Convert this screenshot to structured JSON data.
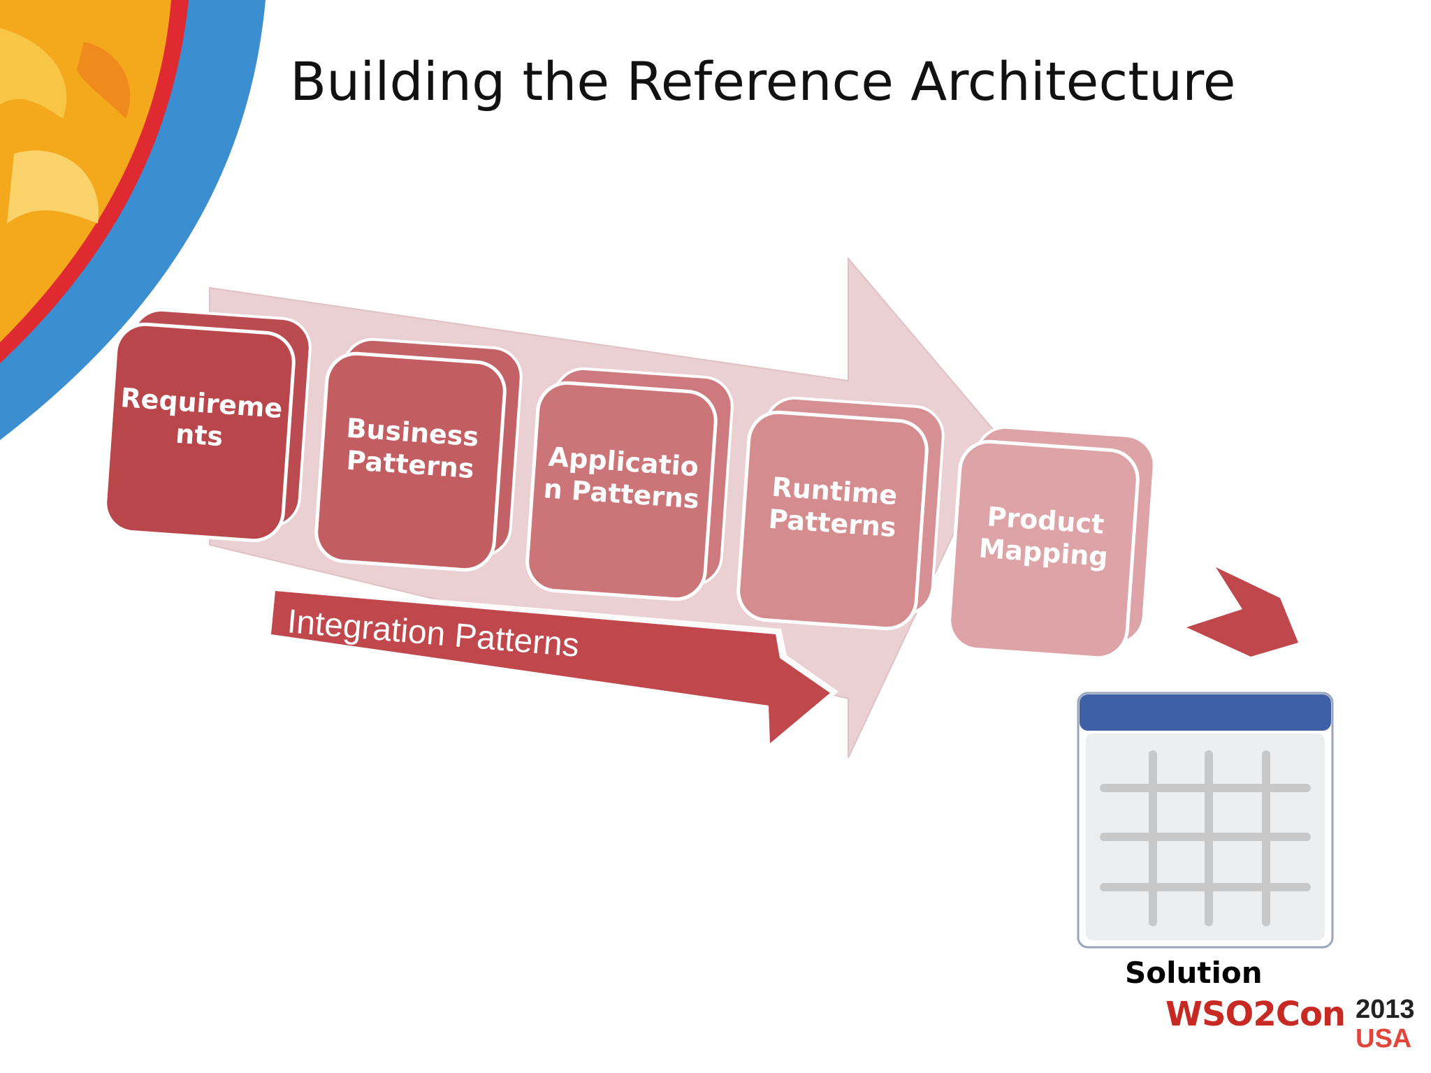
{
  "slide": {
    "title": "Building the Reference Architecture",
    "steps": [
      {
        "line1": "Requireme",
        "line2": "nts"
      },
      {
        "line1": "Business",
        "line2": "Patterns"
      },
      {
        "line1": "Applicatio",
        "line2": "n Patterns"
      },
      {
        "line1": "Runtime",
        "line2": "Patterns"
      },
      {
        "line1": "Product",
        "line2": "Mapping"
      }
    ],
    "integration_label": "Integration Patterns",
    "solution_label": "Solution",
    "logo": {
      "wordmark": "WSO2Con",
      "year": "2013",
      "country": "USA"
    },
    "colors": {
      "step_dark": "#b8464b",
      "step_light": "#dea3a6",
      "big_arrow": "#ead0d2",
      "integration_arrow": "#c0484c",
      "solution_header": "#3f5fa6",
      "logo_red": "#c62a23"
    }
  }
}
